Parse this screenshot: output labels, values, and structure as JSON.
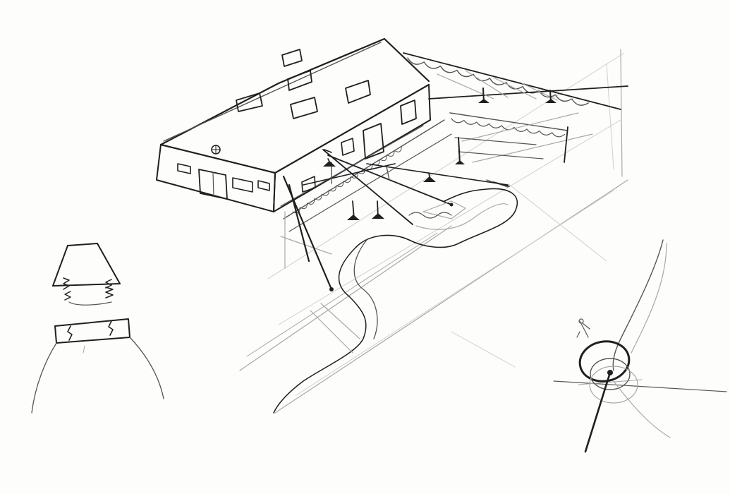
{
  "drawing": {
    "medium": "pencil sketch",
    "paper_color": "#fdfdfc",
    "ink_color": "#1f1f1f",
    "subjects": [
      "barn-building",
      "tent-canopy",
      "courtyard-path",
      "lamp-shade-sketch",
      "sundial-sketch"
    ]
  }
}
